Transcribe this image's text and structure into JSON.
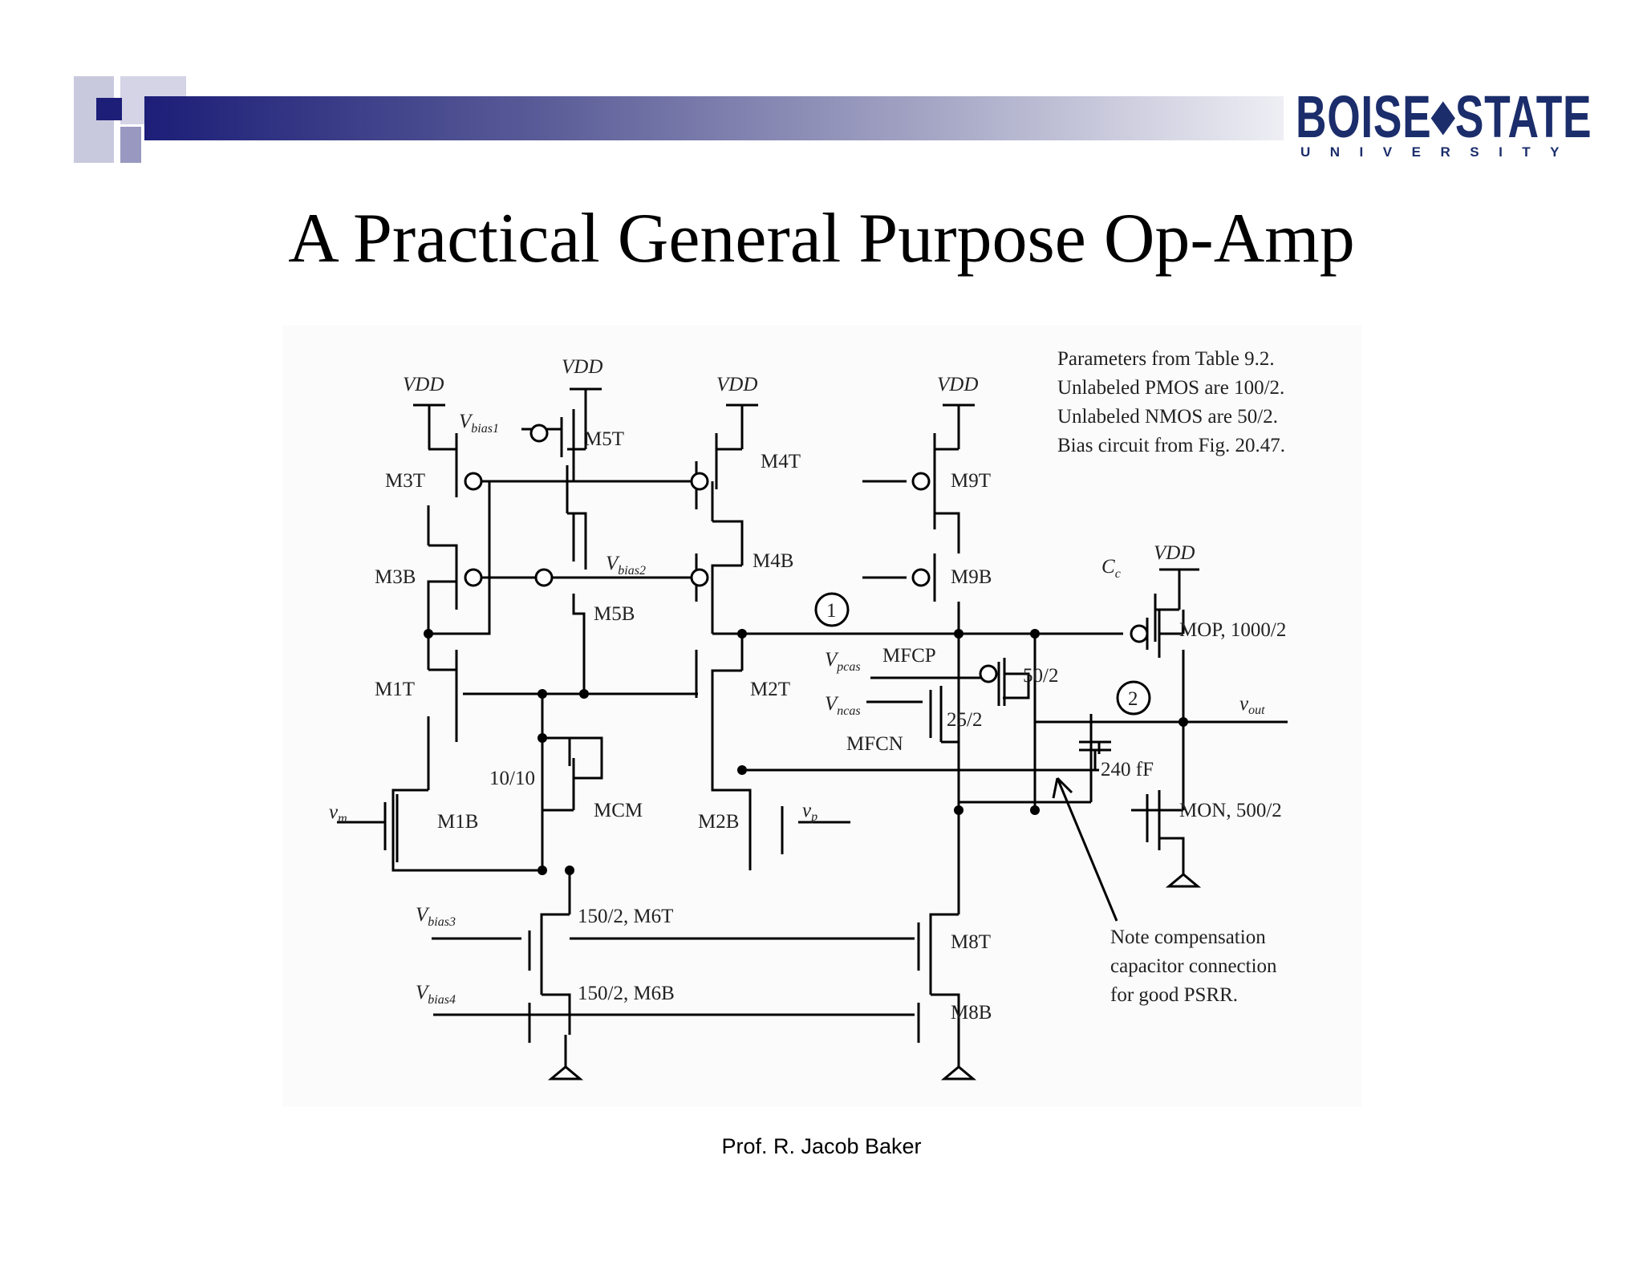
{
  "slide": {
    "title": "A Practical General Purpose Op-Amp",
    "footer": "Prof. R. Jacob Baker"
  },
  "logo": {
    "name": "BOISE",
    "name2": "STATE",
    "subtitle": "UNIVERSITY"
  },
  "colors": {
    "header_dark": "#1c1e78",
    "header_light": "#eeeef4",
    "logo": "#1b2d6b"
  },
  "diagram": {
    "notes": [
      "Parameters from Table 9.2.",
      "Unlabeled PMOS are 100/2.",
      "Unlabeled NMOS are 50/2.",
      "Bias circuit from Fig. 20.47."
    ],
    "annotation": [
      "Note compensation",
      "capacitor connection",
      "for good PSRR."
    ],
    "labels": {
      "vdd": "VDD",
      "m3t": "M3T",
      "m3b": "M3B",
      "m1t": "M1T",
      "m1b": "M1B",
      "m5t": "M5T",
      "m5b": "M5B",
      "m4t": "M4T",
      "m4b": "M4B",
      "m2t": "M2T",
      "m2b": "M2B",
      "m9t": "M9T",
      "m9b": "M9B",
      "m8t": "M8T",
      "m8b": "M8B",
      "mcm": "MCM",
      "mcm_size": "10/10",
      "m6t": "150/2, M6T",
      "m6b": "150/2, M6B",
      "mfcp": "MFCP",
      "mfcp_size": "50/2",
      "mfcn": "MFCN",
      "mfcn_size": "25/2",
      "mop": "MOP, 1000/2",
      "mon": "MON, 500/2",
      "cap": "240 fF",
      "node1": "1",
      "node2": "2"
    },
    "signals": {
      "vbias_v": "V",
      "vbias1": "bias1",
      "vbias2": "bias2",
      "vbias3": "bias3",
      "vbias4": "bias4",
      "vpcas_v": "V",
      "vpcas": "pcas",
      "vncas_v": "V",
      "vncas": "ncas",
      "vm_v": "v",
      "vm": "m",
      "vp_v": "v",
      "vp": "p",
      "vout_v": "v",
      "vout": "out",
      "cc_c": "C",
      "cc": "c"
    }
  }
}
